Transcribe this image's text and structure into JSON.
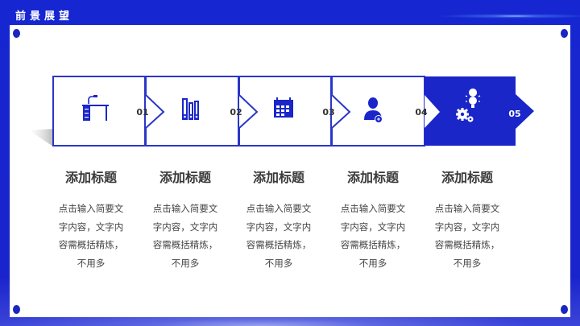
{
  "header": {
    "title": "前景展望"
  },
  "colors": {
    "primary": "#1a26c8",
    "text": "#3a3a3a"
  },
  "steps": [
    {
      "number": "01",
      "icon": "desk-lamp-icon",
      "title": "添加标题",
      "body": "点击输入简要文字内容，文字内容需概括精炼，不用多"
    },
    {
      "number": "02",
      "icon": "binders-icon",
      "title": "添加标题",
      "body": "点击输入简要文字内容，文字内容需概括精炼，不用多"
    },
    {
      "number": "03",
      "icon": "calendar-icon",
      "title": "添加标题",
      "body": "点击输入简要文字内容，文字内容需概括精炼，不用多"
    },
    {
      "number": "04",
      "icon": "user-add-icon",
      "title": "添加标题",
      "body": "点击输入简要文字内容，文字内容需概括精炼，不用多"
    },
    {
      "number": "05",
      "icon": "gears-lightbulb-icon",
      "title": "添加标题",
      "body": "点击输入简要文字内容，文字内容需概括精炼，不用多"
    }
  ]
}
